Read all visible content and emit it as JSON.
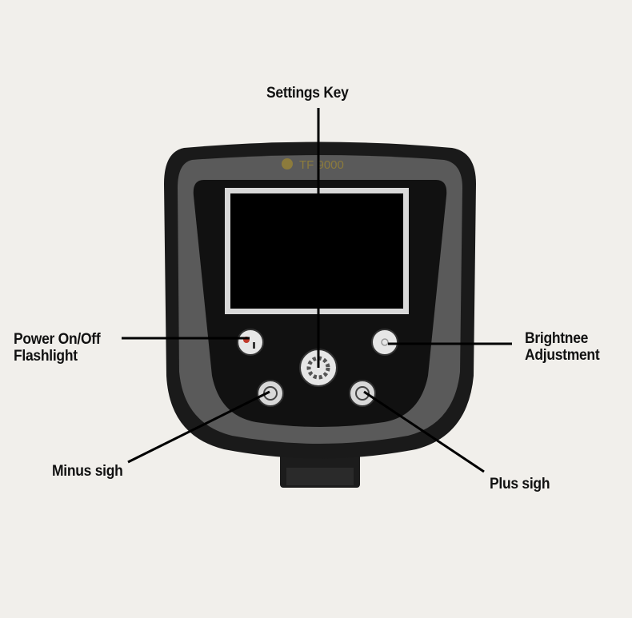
{
  "device": {
    "brand_logo_text": "TF 9000",
    "logo_color": "#8c7b3c"
  },
  "labels": {
    "settings_key": "Settings Key",
    "power_line1": "Power On/Off",
    "power_line2": "Flashlight",
    "brightness_line1": "Brightnee",
    "brightness_line2": "Adjustment",
    "minus": "Minus sigh",
    "plus": "Plus sigh"
  }
}
